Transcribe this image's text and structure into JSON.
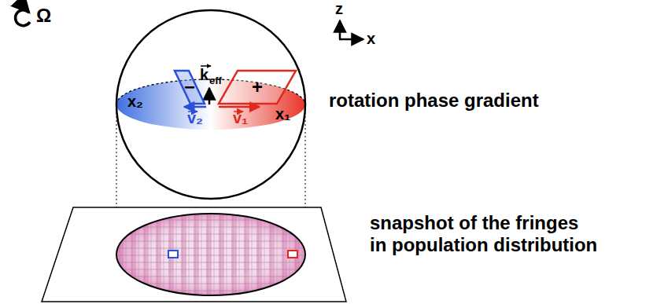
{
  "diagram": {
    "nodes": [
      {
        "text": [
          "−"
        ]
      },
      {
        "text": [
          "+"
        ]
      }
    ],
    "labels": [
      "Ω",
      "z",
      "x",
      "k",
      "eff",
      "x₂",
      "v₂",
      "v₁",
      "x₁",
      "rotation phase gradient",
      "snapshot of the fringes in population distribution"
    ]
  }
}
